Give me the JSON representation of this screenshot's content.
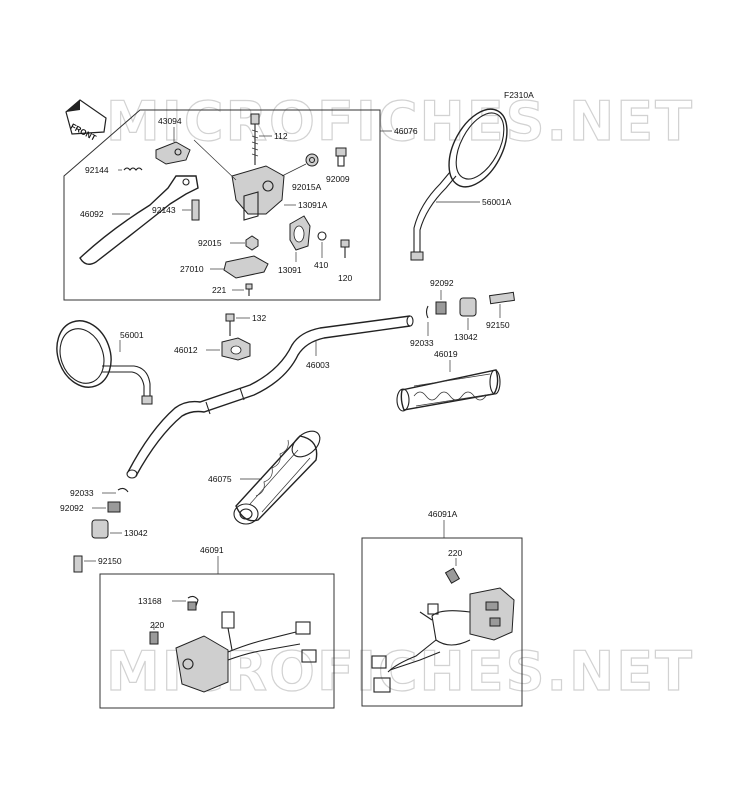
{
  "diagram": {
    "code": "F2310A",
    "front_label": "FRONT",
    "watermark": "MICROFICHES.NET",
    "parts": {
      "p43094": "43094",
      "p112": "112",
      "p46076": "46076",
      "p92144": "92144",
      "p92015A": "92015A",
      "p92009": "92009",
      "p46092": "46092",
      "p92143": "92143",
      "p13091A": "13091A",
      "p92015": "92015",
      "p410": "410",
      "p27010": "27010",
      "p13091": "13091",
      "p120": "120",
      "p221": "221",
      "p56001A": "56001A",
      "p92092a": "92092",
      "p132": "132",
      "p56001": "56001",
      "p13042a": "13042",
      "p92150a": "92150",
      "p92033a": "92033",
      "p46012": "46012",
      "p46003": "46003",
      "p46019": "46019",
      "p46075": "46075",
      "p92033b": "92033",
      "p92092b": "92092",
      "p13042b": "13042",
      "p92150b": "92150",
      "p46091A": "46091A",
      "p220a": "220",
      "p46091": "46091",
      "p13168": "13168",
      "p220b": "220"
    }
  }
}
